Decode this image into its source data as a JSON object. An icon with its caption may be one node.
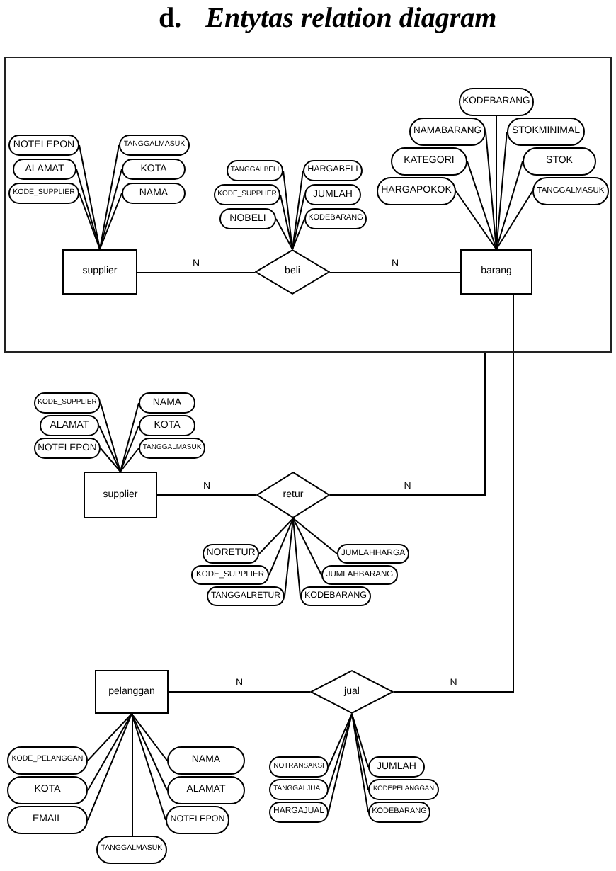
{
  "diagram": {
    "title": "d. *Entytas relation diagram*",
    "nodes": [
      {
        "text": [],
        "shape": "box"
      },
      {
        "text": [
          "supplier"
        ],
        "in": 0
      },
      {
        "text": [
          "NOTELEPON"
        ],
        "in": 0
      },
      {
        "text": [
          "ALAMAT"
        ],
        "in": 0
      },
      {
        "text": [
          "KODE_SUPPLIER"
        ],
        "in": 0
      },
      {
        "text": [
          "TANGGALMASUK"
        ],
        "in": 0
      },
      {
        "text": [
          "KOTA"
        ],
        "in": 0
      },
      {
        "text": [
          "NAMA"
        ],
        "in": 0
      },
      {
        "text": [
          "beli"
        ],
        "in": 0
      },
      {
        "text": [
          "TANGGALBELI"
        ],
        "in": 0
      },
      {
        "text": [
          "KODE_SUPPLIER"
        ],
        "in": 0
      },
      {
        "text": [
          "NOBELI"
        ],
        "in": 0
      },
      {
        "text": [
          "HARGABELI"
        ],
        "in": 0
      },
      {
        "text": [
          "JUMLAH"
        ],
        "in": 0
      },
      {
        "text": [
          "KODEBARANG"
        ],
        "in": 0
      },
      {
        "text": [
          "barang"
        ],
        "in": 0
      },
      {
        "text": [
          "KODEBARANG"
        ],
        "in": 0
      },
      {
        "text": [
          "NAMABARANG"
        ],
        "in": 0
      },
      {
        "text": [
          "STOKMINIMAL"
        ],
        "in": 0
      },
      {
        "text": [
          "KATEGORI"
        ],
        "in": 0
      },
      {
        "text": [
          "STOK"
        ],
        "in": 0
      },
      {
        "text": [
          "HARGAPOKOK"
        ],
        "in": 0
      },
      {
        "text": [
          "TANGGALMASUK"
        ],
        "in": 0
      },
      {
        "text": [
          "supplier"
        ]
      },
      {
        "text": [
          "KODE_SUPPLIER"
        ]
      },
      {
        "text": [
          "ALAMAT"
        ]
      },
      {
        "text": [
          "NOTELEPON"
        ]
      },
      {
        "text": [
          "NAMA"
        ]
      },
      {
        "text": [
          "KOTA"
        ]
      },
      {
        "text": [
          "TANGGALMASUK"
        ]
      },
      {
        "text": [
          "retur"
        ]
      },
      {
        "text": [
          "NORETUR"
        ]
      },
      {
        "text": [
          "KODE_SUPPLIER"
        ]
      },
      {
        "text": [
          "TANGGALRETUR"
        ]
      },
      {
        "text": [
          "JUMLAHHARGA"
        ]
      },
      {
        "text": [
          "JUMLAHBARANG"
        ]
      },
      {
        "text": [
          "KODEBARANG"
        ]
      },
      {
        "text": [
          "pelanggan"
        ]
      },
      {
        "text": [
          "KODE_PELANGGAN"
        ]
      },
      {
        "text": [
          "KOTA"
        ]
      },
      {
        "text": [
          "EMAIL"
        ]
      },
      {
        "text": [
          "NAMA"
        ]
      },
      {
        "text": [
          "ALAMAT"
        ]
      },
      {
        "text": [
          "NOTELEPON"
        ]
      },
      {
        "text": [
          "TANGGALMASUK"
        ]
      },
      {
        "text": [
          "jual"
        ]
      },
      {
        "text": [
          "NOTRANSAKSI"
        ]
      },
      {
        "text": [
          "TANGGALJUAL"
        ]
      },
      {
        "text": [
          "HARGAJUAL"
        ]
      },
      {
        "text": [
          "JUMLAH"
        ]
      },
      {
        "text": [
          "KODEPELANGGAN"
        ]
      },
      {
        "text": [
          "KODEBARANG"
        ]
      }
    ],
    "edges": [
      {
        "from": 1,
        "to": 2,
        "arrow": "none"
      },
      {
        "from": 1,
        "to": 3,
        "arrow": "none"
      },
      {
        "from": 1,
        "to": 4,
        "arrow": "none"
      },
      {
        "from": 1,
        "to": 5,
        "arrow": "none"
      },
      {
        "from": 1,
        "to": 6,
        "arrow": "none"
      },
      {
        "from": 1,
        "to": 7,
        "arrow": "none"
      },
      {
        "from": 8,
        "to": 9,
        "arrow": "none"
      },
      {
        "from": 8,
        "to": 10,
        "arrow": "none"
      },
      {
        "from": 8,
        "to": 11,
        "arrow": "none"
      },
      {
        "from": 8,
        "to": 12,
        "arrow": "none"
      },
      {
        "from": 8,
        "to": 13,
        "arrow": "none"
      },
      {
        "from": 8,
        "to": 14,
        "arrow": "none"
      },
      {
        "from": 15,
        "to": 16,
        "arrow": "none"
      },
      {
        "from": 15,
        "to": 17,
        "arrow": "none"
      },
      {
        "from": 15,
        "to": 18,
        "arrow": "none"
      },
      {
        "from": 15,
        "to": 19,
        "arrow": "none"
      },
      {
        "from": 15,
        "to": 20,
        "arrow": "none"
      },
      {
        "from": 15,
        "to": 21,
        "arrow": "none"
      },
      {
        "from": 15,
        "to": 22,
        "arrow": "none"
      },
      {
        "from": 1,
        "to": 8,
        "label": "N",
        "arrow": "none"
      },
      {
        "from": 8,
        "to": 15,
        "label": "N",
        "arrow": "none"
      },
      {
        "from": 23,
        "to": 24,
        "arrow": "none"
      },
      {
        "from": 23,
        "to": 25,
        "arrow": "none"
      },
      {
        "from": 23,
        "to": 26,
        "arrow": "none"
      },
      {
        "from": 23,
        "to": 27,
        "arrow": "none"
      },
      {
        "from": 23,
        "to": 28,
        "arrow": "none"
      },
      {
        "from": 23,
        "to": 29,
        "arrow": "none"
      },
      {
        "from": 30,
        "to": 31,
        "arrow": "none"
      },
      {
        "from": 30,
        "to": 32,
        "arrow": "none"
      },
      {
        "from": 30,
        "to": 33,
        "arrow": "none"
      },
      {
        "from": 30,
        "to": 34,
        "arrow": "none"
      },
      {
        "from": 30,
        "to": 35,
        "arrow": "none"
      },
      {
        "from": 30,
        "to": 36,
        "arrow": "none"
      },
      {
        "from": 23,
        "to": 30,
        "label": "N",
        "arrow": "none"
      },
      {
        "from": 30,
        "to": 0,
        "label": "N",
        "arrow": "none"
      },
      {
        "from": 37,
        "to": 38,
        "arrow": "none"
      },
      {
        "from": 37,
        "to": 39,
        "arrow": "none"
      },
      {
        "from": 37,
        "to": 40,
        "arrow": "none"
      },
      {
        "from": 37,
        "to": 41,
        "arrow": "none"
      },
      {
        "from": 37,
        "to": 42,
        "arrow": "none"
      },
      {
        "from": 37,
        "to": 43,
        "arrow": "none"
      },
      {
        "from": 37,
        "to": 44,
        "arrow": "none"
      },
      {
        "from": 45,
        "to": 46,
        "arrow": "none"
      },
      {
        "from": 45,
        "to": 47,
        "arrow": "none"
      },
      {
        "from": 45,
        "to": 48,
        "arrow": "none"
      },
      {
        "from": 45,
        "to": 49,
        "arrow": "none"
      },
      {
        "from": 45,
        "to": 50,
        "arrow": "none"
      },
      {
        "from": 45,
        "to": 51,
        "arrow": "none"
      },
      {
        "from": 37,
        "to": 45,
        "label": "N",
        "arrow": "none"
      },
      {
        "from": 45,
        "to": 15,
        "label": "N",
        "arrow": "none"
      }
    ]
  }
}
